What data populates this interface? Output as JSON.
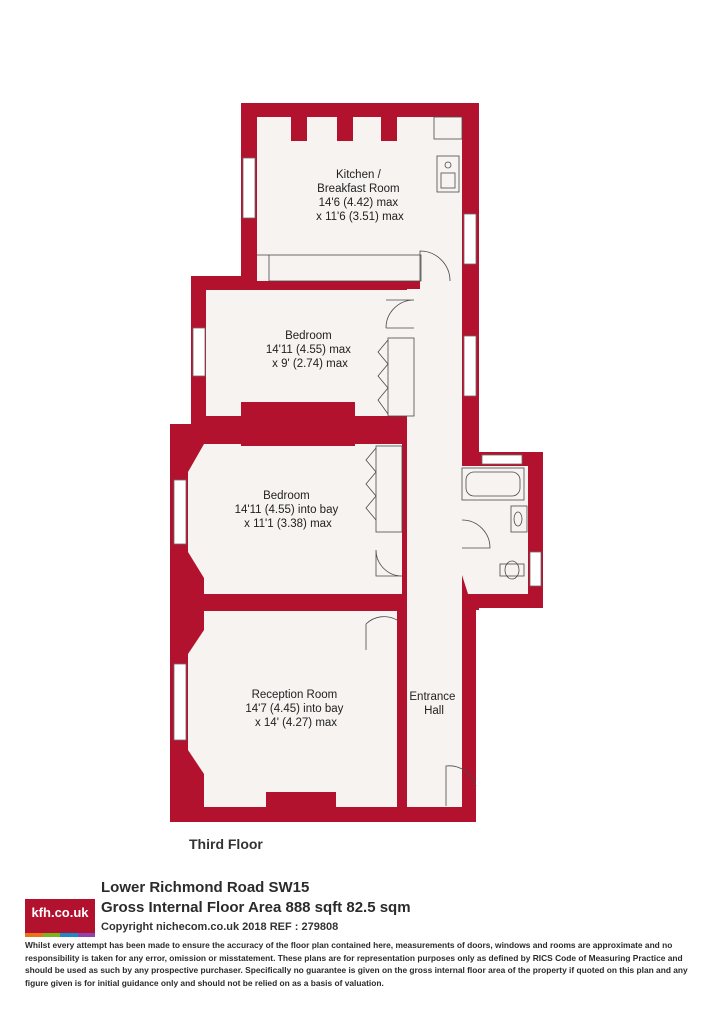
{
  "floor_label": "Third Floor",
  "rooms": {
    "kitchen": [
      "Kitchen /",
      "Breakfast Room",
      "14'6 (4.42) max",
      "x 11'6 (3.51) max"
    ],
    "bedroom1": [
      "Bedroom",
      "14'11 (4.55) max",
      "x 9' (2.74) max"
    ],
    "bedroom2": [
      "Bedroom",
      "14'11 (4.55) into bay",
      "x 11'1 (3.38) max"
    ],
    "reception": [
      "Reception Room",
      "14'7 (4.45) into bay",
      "x 14' (4.27) max"
    ],
    "hall": [
      "Entrance",
      "Hall"
    ]
  },
  "footer": {
    "address": "Lower Richmond Road SW15",
    "area": "Gross Internal Floor Area 888 sqft 82.5 sqm",
    "copyright": "Copyright nichecom.co.uk 2018 REF : 279808",
    "logo": "kfh.co.uk",
    "disclaimer": "Whilst every attempt has been made to ensure the accuracy of the floor plan contained here, measurements of doors, windows and rooms are approximate and no responsibility is taken for any error, omission or misstatement.  These plans are for representation purposes only as defined by RICS Code of Measuring Practice and should be used as such by any prospective purchaser.  Specifically no guarantee is given on the gross internal floor area of the property if quoted on this plan and any figure given is for initial guidance only and should not be relied on as a basis of valuation."
  },
  "colors": {
    "wall": "#b3122e",
    "logo_bar": [
      "#e8731a",
      "#7ab51d",
      "#1e88c8",
      "#8e44ad"
    ]
  }
}
